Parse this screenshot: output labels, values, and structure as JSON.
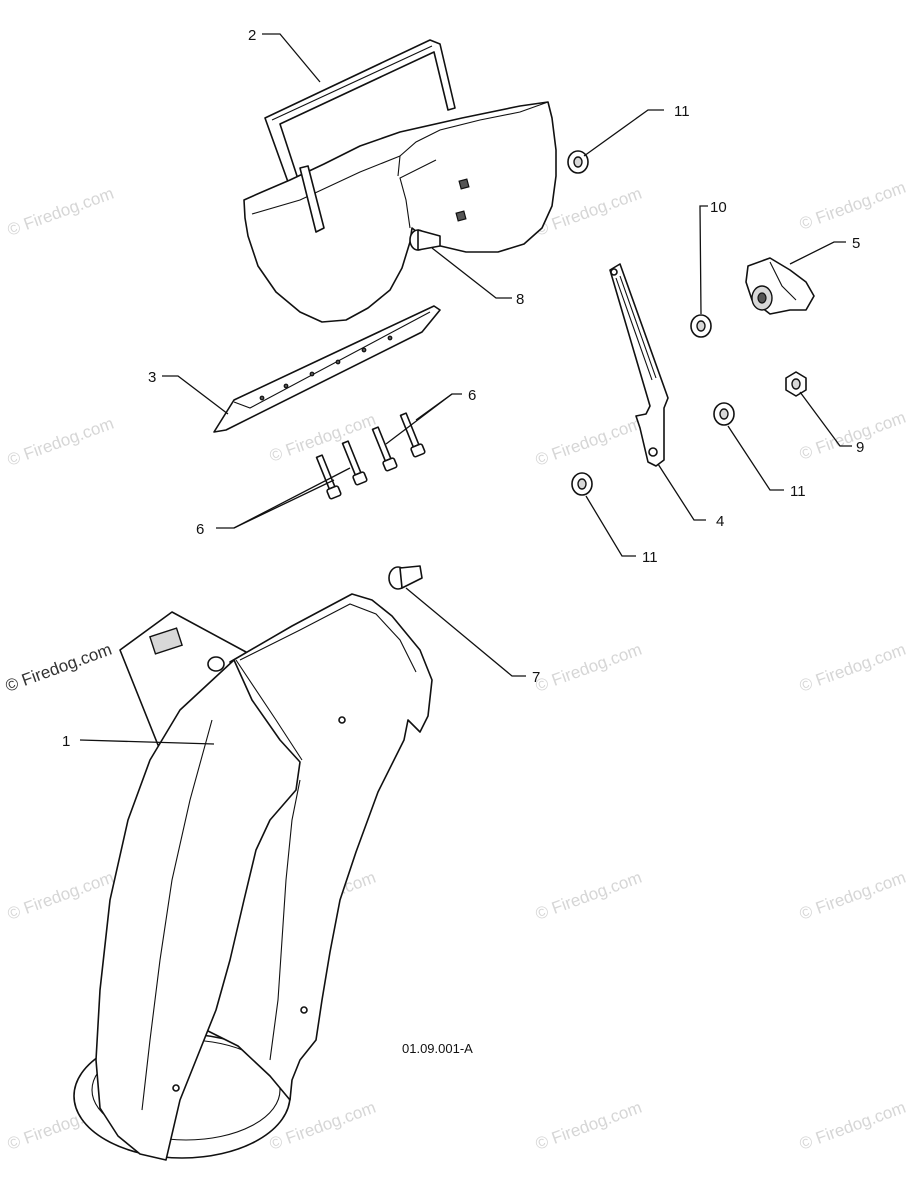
{
  "callouts": [
    {
      "id": "c1",
      "label": "1"
    },
    {
      "id": "c2",
      "label": "2"
    },
    {
      "id": "c3",
      "label": "3"
    },
    {
      "id": "c4",
      "label": "4"
    },
    {
      "id": "c5",
      "label": "5"
    },
    {
      "id": "c6a",
      "label": "6"
    },
    {
      "id": "c6b",
      "label": "6"
    },
    {
      "id": "c7",
      "label": "7"
    },
    {
      "id": "c8",
      "label": "8"
    },
    {
      "id": "c9",
      "label": "9"
    },
    {
      "id": "c10",
      "label": "10"
    },
    {
      "id": "c11a",
      "label": "11"
    },
    {
      "id": "c11b",
      "label": "11"
    },
    {
      "id": "c11c",
      "label": "11"
    }
  ],
  "figure_code": "01.09.001-A",
  "watermark": "© Firedog.com",
  "colors": {
    "line": "#111111",
    "watermark": "#d6d6d6",
    "background": "#ffffff"
  }
}
